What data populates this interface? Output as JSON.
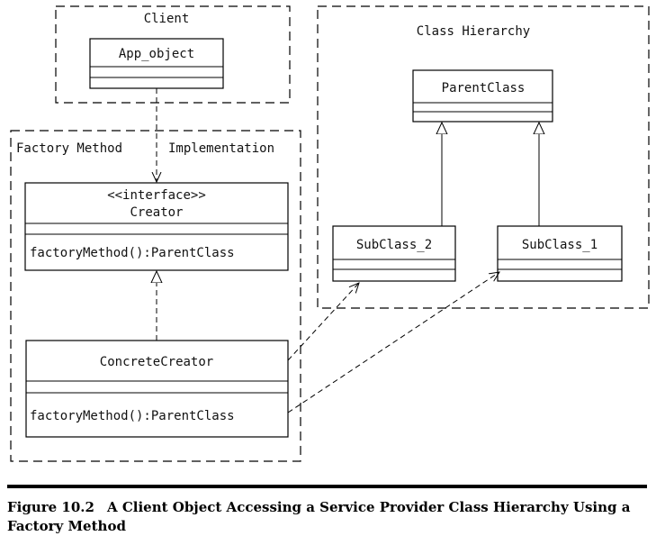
{
  "packages": {
    "client": "Client",
    "factory_left": "Factory Method",
    "factory_right": "Implementation",
    "hierarchy": "Class Hierarchy"
  },
  "classes": {
    "app_object": {
      "name": "App_object"
    },
    "creator": {
      "stereotype": "<<interface>>",
      "name": "Creator",
      "method": "factoryMethod():ParentClass"
    },
    "concrete_creator": {
      "name": "ConcreteCreator",
      "method": "factoryMethod():ParentClass"
    },
    "parent_class": {
      "name": "ParentClass"
    },
    "subclass_2": {
      "name": "SubClass_2"
    },
    "subclass_1": {
      "name": "SubClass_1"
    }
  },
  "caption": {
    "figure": "Figure 10.2",
    "text": "A Client Object Accessing a Service Provider Class Hierarchy Using a Factory Method"
  }
}
